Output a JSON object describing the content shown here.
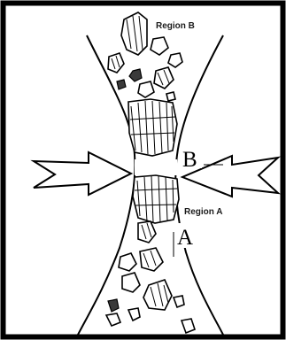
{
  "labels": {
    "region_b": "Region B",
    "region_a": "Region A",
    "letter_b": "B",
    "letter_a": "A"
  },
  "colors": {
    "ink": "#000000",
    "paper": "#ffffff"
  }
}
